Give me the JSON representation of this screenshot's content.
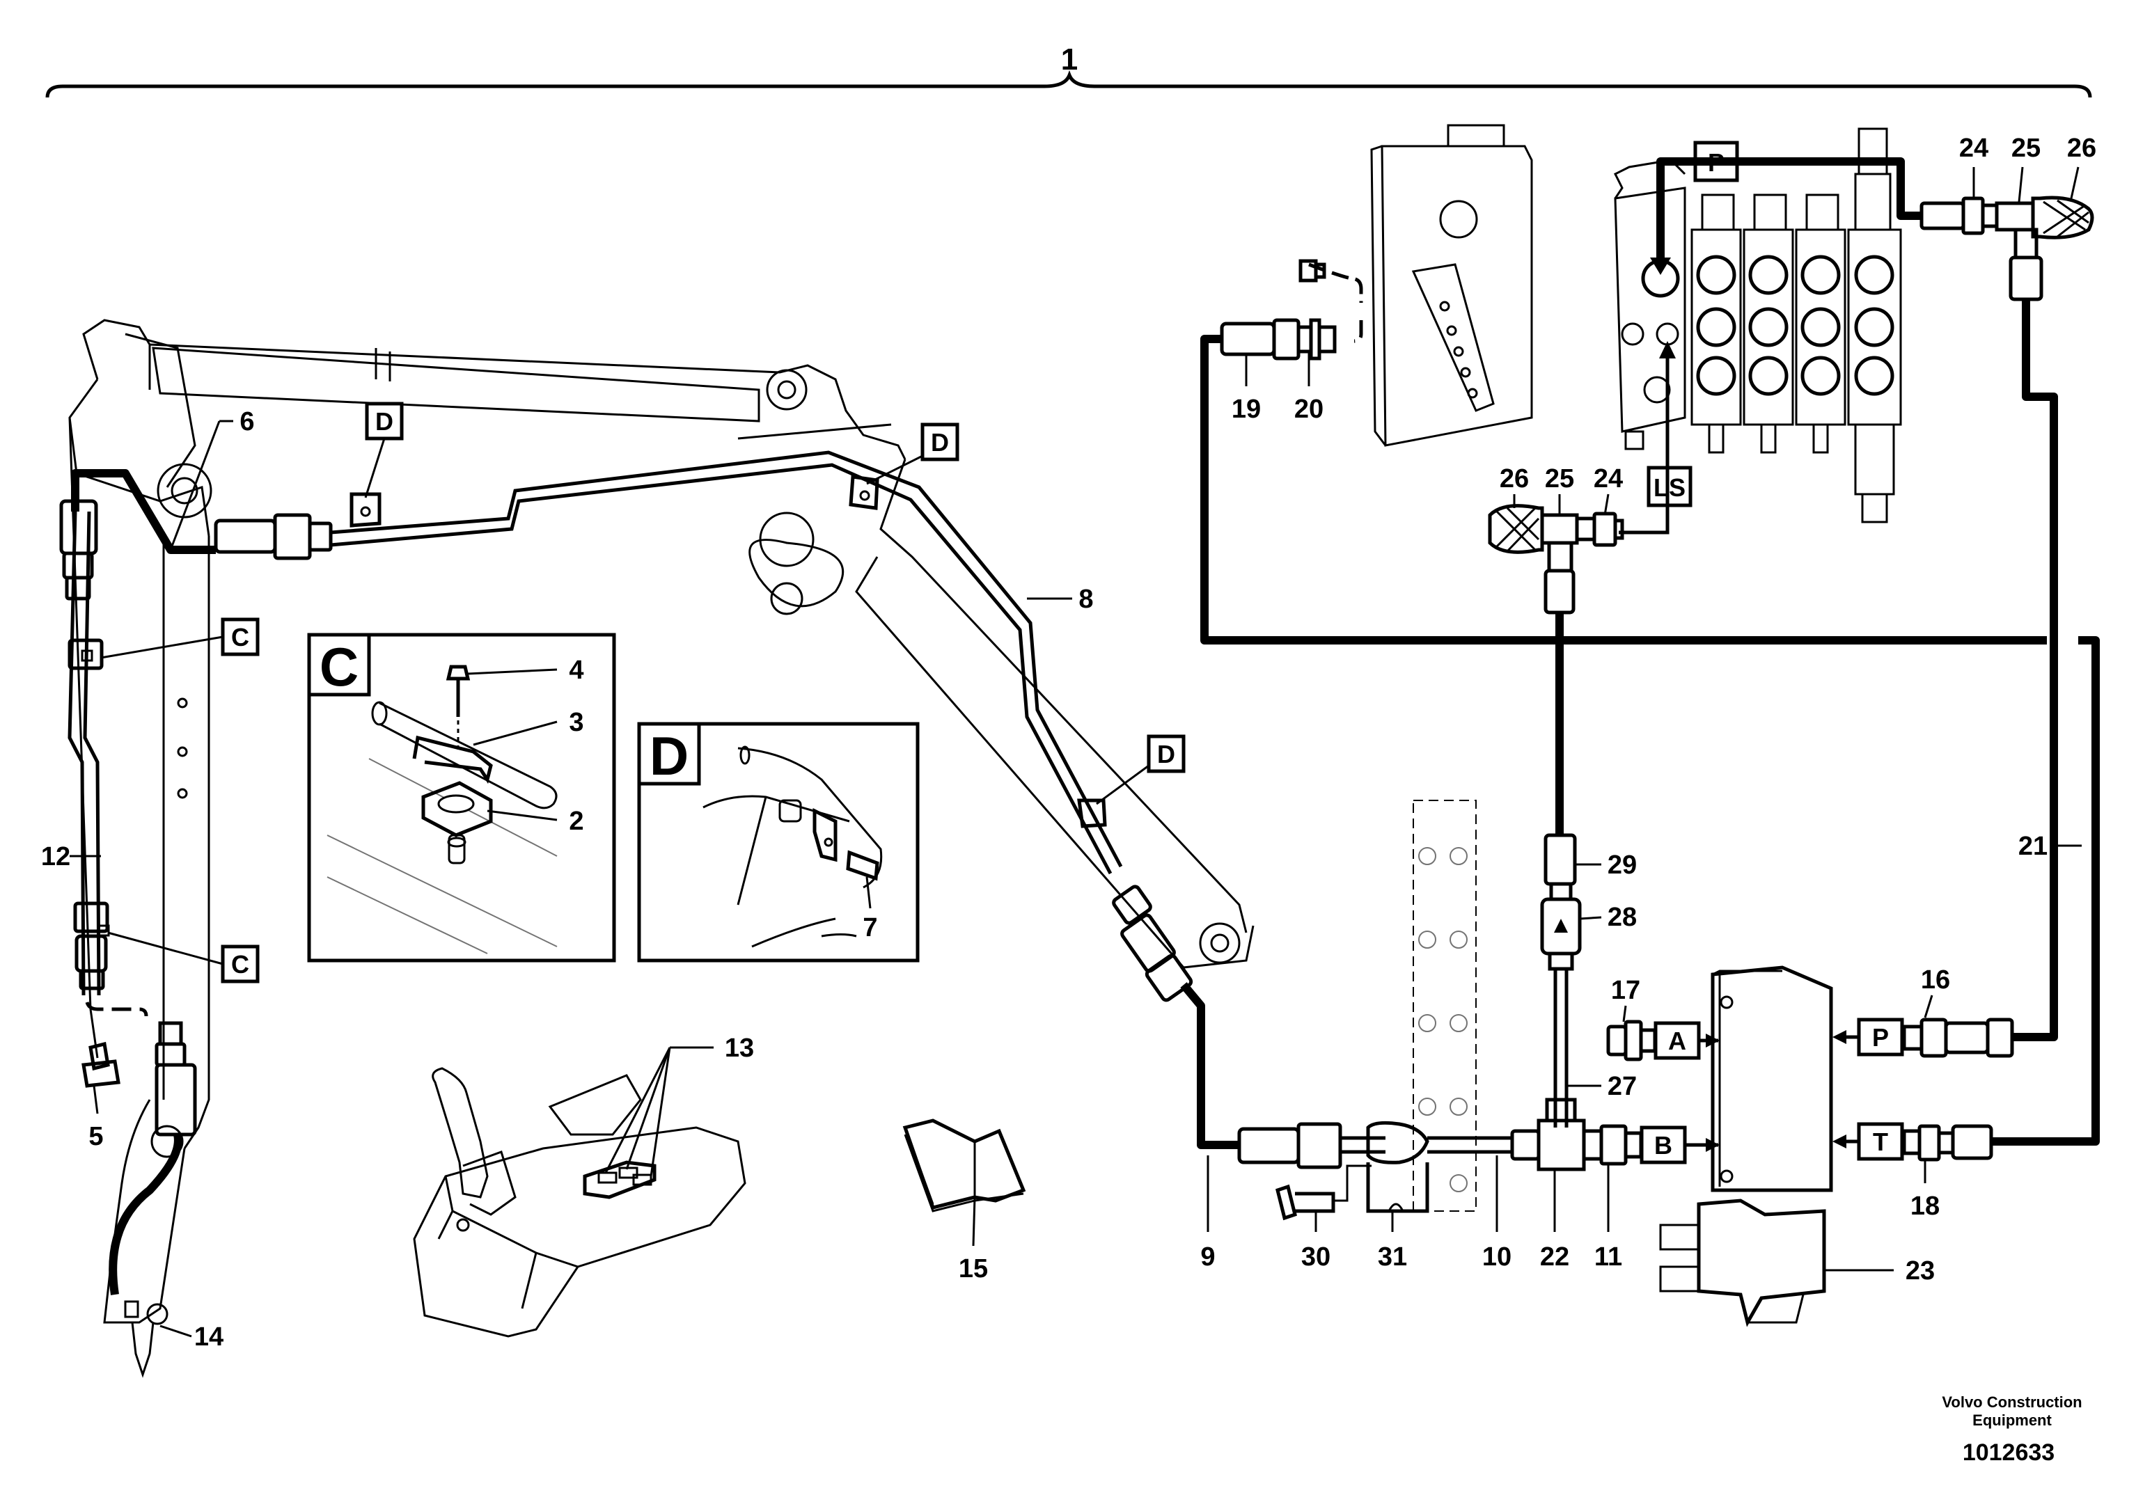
{
  "diagram": {
    "assembly_label": "1",
    "part_labels": [
      "2",
      "3",
      "4",
      "5",
      "6",
      "7",
      "8",
      "9",
      "10",
      "11",
      "12",
      "13",
      "14",
      "15",
      "16",
      "17",
      "18",
      "19",
      "20",
      "21",
      "22",
      "23",
      "24",
      "25",
      "26",
      "27",
      "28",
      "29",
      "30",
      "31"
    ],
    "boxed_labels": {
      "c": "C",
      "d": "D",
      "p": "P",
      "ls": "LS",
      "a": "A",
      "b": "B",
      "t": "T"
    },
    "detail_titles": {
      "c": "C",
      "d": "D"
    },
    "footer": {
      "maker_line1": "Volvo Construction",
      "maker_line2": "Equipment",
      "drawing_number": "1012633"
    }
  }
}
